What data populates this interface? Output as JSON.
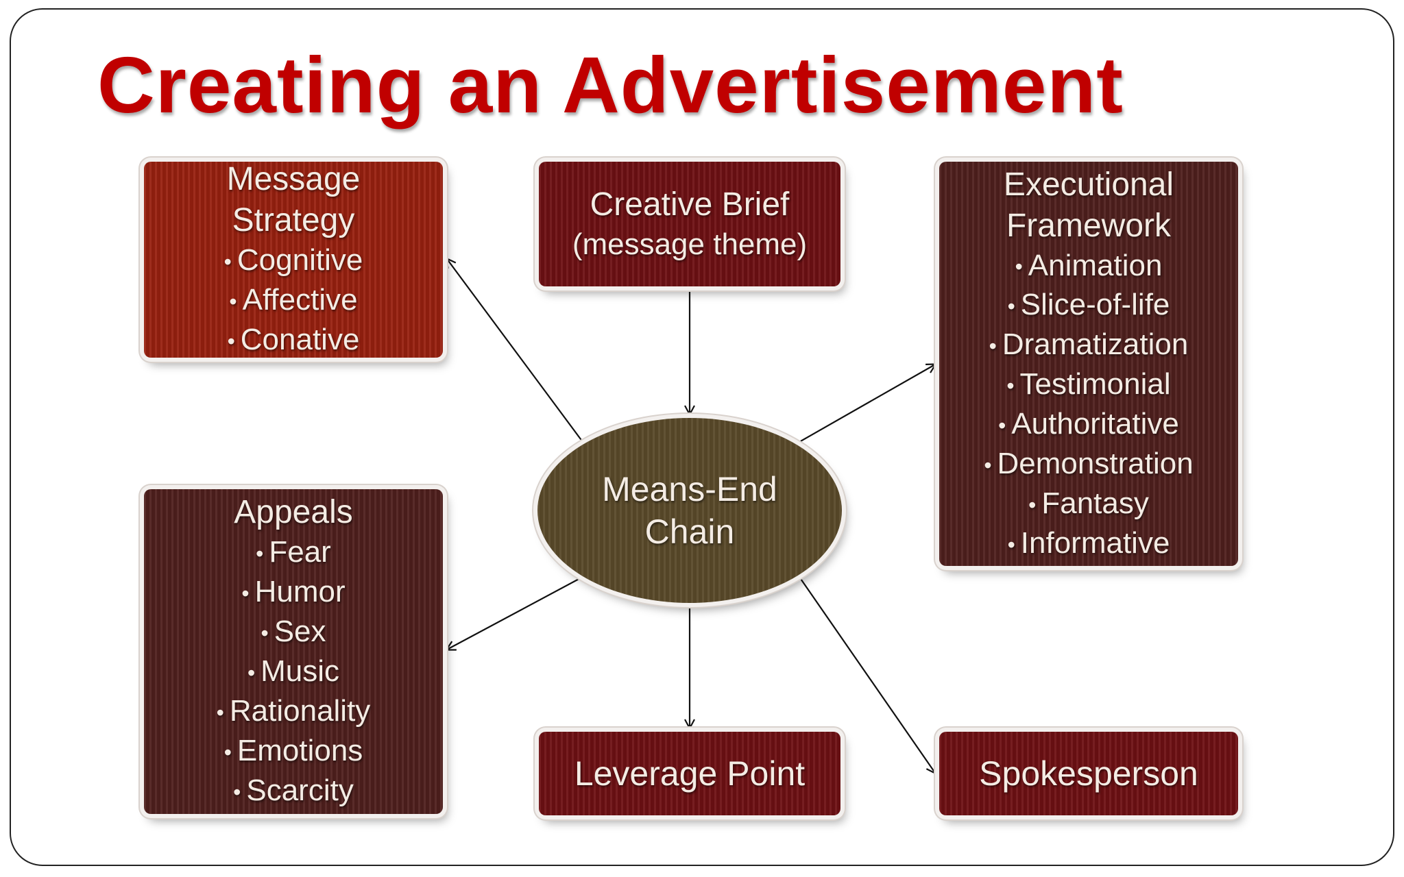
{
  "slide": {
    "title": "Creating an Advertisement"
  },
  "colors": {
    "title": "#c00000",
    "message_box": "#98200f",
    "brief_box": "#6e1013",
    "brown_box": "#4f1f1d",
    "ellipse": "#5a4a2a",
    "box_text": "#f4ece4"
  },
  "diagram": {
    "message_strategy": {
      "heading_line1": "Message",
      "heading_line2": "Strategy",
      "items": [
        "Cognitive",
        "Affective",
        "Conative"
      ]
    },
    "creative_brief": {
      "line1": "Creative Brief",
      "line2": "(message theme)"
    },
    "executional_framework": {
      "heading_line1": "Executional",
      "heading_line2": "Framework",
      "items": [
        "Animation",
        "Slice-of-life",
        "Dramatization",
        "Testimonial",
        "Authoritative",
        "Demonstration",
        "Fantasy",
        "Informative"
      ]
    },
    "means_end_chain": {
      "line1": "Means-End",
      "line2": "Chain"
    },
    "appeals": {
      "heading": "Appeals",
      "items": [
        "Fear",
        "Humor",
        "Sex",
        "Music",
        "Rationality",
        "Emotions",
        "Scarcity"
      ]
    },
    "leverage_point": {
      "label": "Leverage Point"
    },
    "spokesperson": {
      "label": "Spokesperson"
    }
  }
}
